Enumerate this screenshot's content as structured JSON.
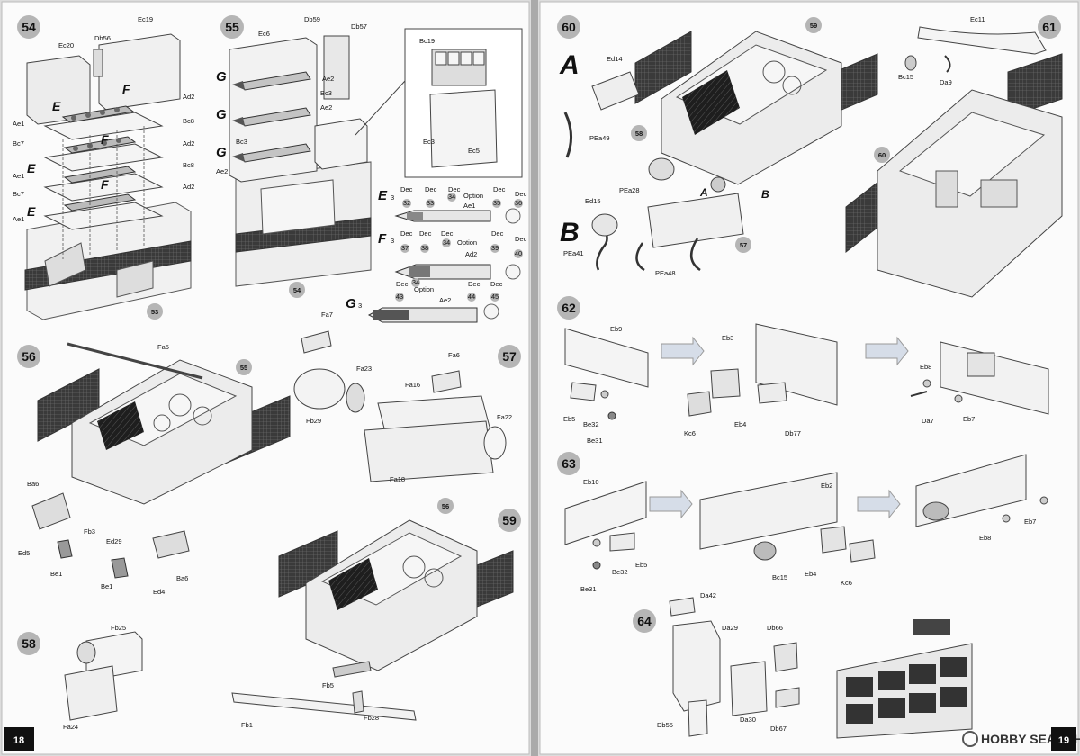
{
  "left_page_number": "18",
  "right_page_number": "19",
  "watermark": "HOBBY SEARCH",
  "steps": {
    "s54": {
      "number": "54",
      "ref": "53",
      "labels": [
        "Ec19",
        "Db56",
        "Ec20",
        "Ad2",
        "Ad2",
        "Ad2",
        "Bc8",
        "Bc8",
        "Ae1",
        "Bc7",
        "Ae1",
        "Bc7",
        "Ae1"
      ],
      "letters": [
        "E",
        "E",
        "E",
        "F",
        "F",
        "F"
      ]
    },
    "s55": {
      "number": "55",
      "ref": "54",
      "labels": [
        "Ec6",
        "Db59",
        "Db57",
        "Ae2",
        "Bc3",
        "Ae2",
        "Bc3",
        "Ae2",
        "Bc19",
        "Ec3",
        "Ec5"
      ],
      "letters": [
        "G",
        "G",
        "G"
      ]
    },
    "ammo": {
      "letters": [
        "E",
        "F",
        "G"
      ],
      "quantities": [
        "3",
        "3",
        "3"
      ],
      "dec_label": "Dec",
      "option_label": "Option",
      "e_parts": [
        "Ae1",
        "32",
        "33",
        "34",
        "35",
        "36"
      ],
      "f_parts": [
        "Ad2",
        "37",
        "38",
        "34",
        "39",
        "40"
      ],
      "g_parts": [
        "Ae2",
        "43",
        "34",
        "44",
        "45"
      ]
    },
    "s56": {
      "number": "56",
      "ref": "55",
      "labels": [
        "Fa5",
        "Ba6",
        "Fb3",
        "Ed29",
        "Ed5",
        "Be1",
        "Be1",
        "Ba6",
        "Ed4"
      ]
    },
    "s57": {
      "number": "57",
      "labels": [
        "Fa7",
        "Fa23",
        "Fa6",
        "Fa16",
        "Fa22",
        "Fb29",
        "Fa18"
      ]
    },
    "s58": {
      "number": "58",
      "labels": [
        "Fb25",
        "Fa24"
      ]
    },
    "s59": {
      "number": "59",
      "ref": "56",
      "labels": [
        "Fb5",
        "Fb28",
        "Fb1"
      ]
    },
    "s60": {
      "number": "60",
      "ref_a": "58",
      "ref_b": "57",
      "ref_top": "59",
      "labels": [
        "Ed14",
        "PEa49",
        "Ed15",
        "PEa41",
        "PEa28",
        "PEa48"
      ],
      "letters": [
        "A",
        "B",
        "A",
        "B"
      ]
    },
    "s61": {
      "number": "61",
      "ref": "60",
      "labels": [
        "Ec11",
        "Bc15",
        "Da9"
      ]
    },
    "s62": {
      "number": "62",
      "labels": [
        "Eb9",
        "Eb5",
        "Be32",
        "Be31",
        "Eb3",
        "Kc6",
        "Eb4",
        "Db77",
        "Eb8",
        "Da7",
        "Eb7"
      ]
    },
    "s63": {
      "number": "63",
      "labels": [
        "Eb10",
        "Be32",
        "Be31",
        "Eb5",
        "Eb2",
        "Bc15",
        "Eb4",
        "Kc6",
        "Eb8",
        "Eb7"
      ]
    },
    "s64": {
      "number": "64",
      "labels": [
        "Da42",
        "Da29",
        "Db66",
        "Db55",
        "Da30",
        "Db67"
      ]
    }
  }
}
